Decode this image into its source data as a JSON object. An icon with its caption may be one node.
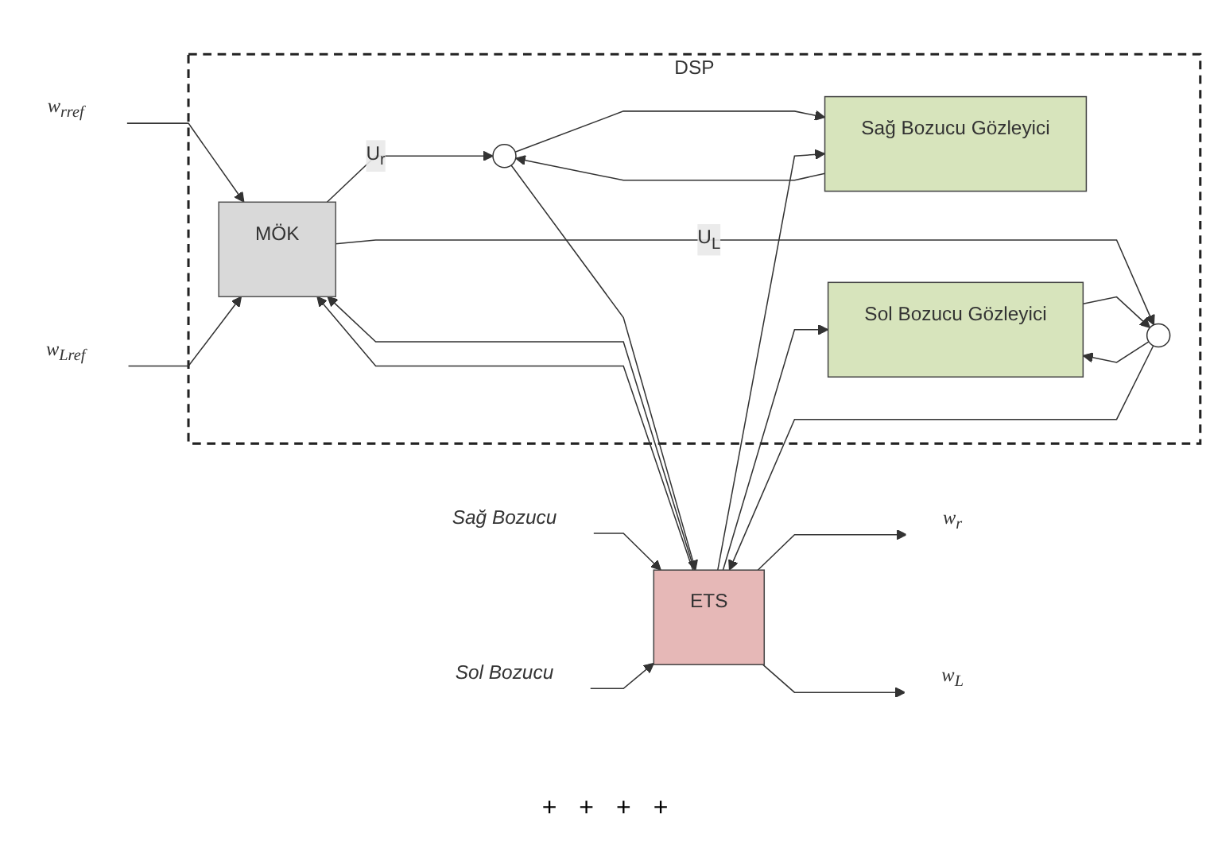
{
  "diagram": {
    "nodes": [
      {
        "text": [
          "DSP"
        ]
      },
      {
        "text": [
          "w$_{rref}$"
        ]
      },
      {
        "text": [
          "w$_{Lref}$"
        ]
      },
      {
        "text": [
          "MÖK"
        ],
        "in": 0
      },
      {
        "text": [],
        "shape": "circle",
        "in": 0
      },
      {
        "text": [],
        "shape": "circle",
        "in": 0
      },
      {
        "text": [
          "Sağ Bozucu Gözleyici"
        ],
        "in": 0
      },
      {
        "text": [
          "Sol Bozucu Gözleyici"
        ],
        "in": 0
      },
      {
        "text": [
          "ETS"
        ]
      },
      {
        "text": [
          "Sağ Bozucu"
        ]
      },
      {
        "text": [
          "Sol Bozucu"
        ]
      },
      {
        "text": [
          "w$_{r}$"
        ]
      },
      {
        "text": [
          "w$_{L}$"
        ]
      }
    ],
    "edges": [
      {
        "from": 1,
        "to": 3,
        "arrow": "to"
      },
      {
        "from": 2,
        "to": 3,
        "arrow": "to"
      },
      {
        "from": 3,
        "to": 4,
        "arrow": "to",
        "label": "U$_{r}$"
      },
      {
        "from": 3,
        "to": 5,
        "arrow": "to",
        "label": "U$_{L}$"
      },
      {
        "from": 6,
        "to": 4,
        "arrow": "to"
      },
      {
        "from": 7,
        "to": 5,
        "arrow": "to"
      },
      {
        "from": 4,
        "to": 6,
        "arrow": "to"
      },
      {
        "from": 5,
        "to": 7,
        "arrow": "to"
      },
      {
        "from": 4,
        "to": 8,
        "arrow": "to"
      },
      {
        "from": 5,
        "to": 8,
        "arrow": "to"
      },
      {
        "from": 9,
        "to": 8,
        "arrow": "to"
      },
      {
        "from": 10,
        "to": 8,
        "arrow": "to"
      },
      {
        "from": 8,
        "to": 11,
        "arrow": "to"
      },
      {
        "from": 8,
        "to": 12,
        "arrow": "to"
      },
      {
        "from": 8,
        "to": 6,
        "arrow": "to"
      },
      {
        "from": 8,
        "to": 7,
        "arrow": "to"
      },
      {
        "from": 8,
        "to": 3,
        "arrow": "to"
      },
      {
        "from": 8,
        "to": 3,
        "arrow": "to"
      }
    ],
    "labels": [
      "+",
      "+",
      "+",
      "+"
    ]
  }
}
